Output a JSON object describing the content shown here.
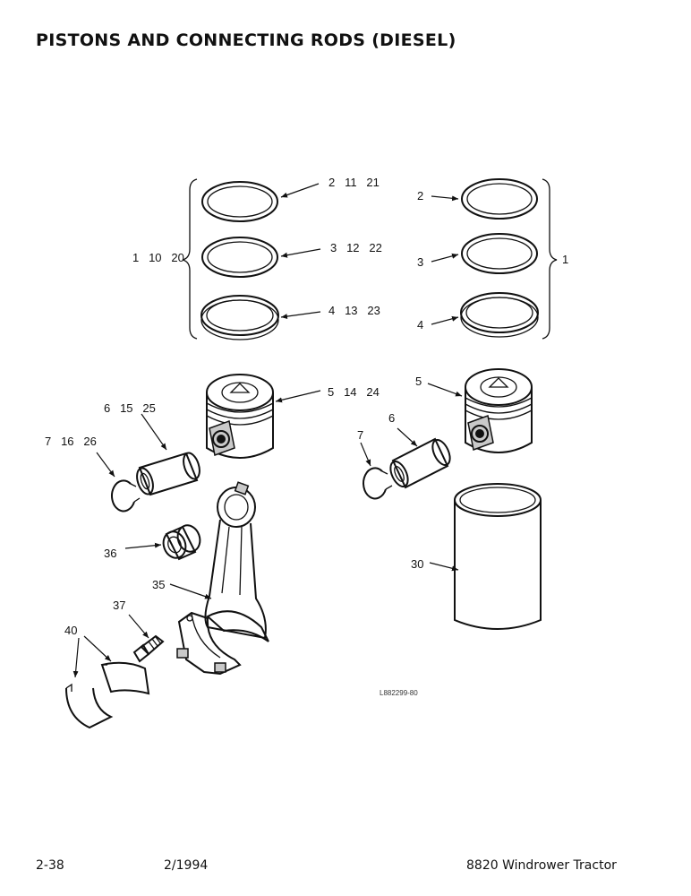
{
  "title": "PISTONS AND CONNECTING RODS (DIESEL)",
  "figure_id": "L882299-80",
  "footer": {
    "page": "2-38",
    "date": "2/1994",
    "model": "8820 Windrower Tractor"
  },
  "callouts": {
    "ring_top_left": "2   11   21",
    "ring_mid_left": "3   12   22",
    "ring_bot_left": "4   13   23",
    "ring_set_left": "1   10   20",
    "ring_top_right": "2",
    "ring_mid_right": "3",
    "ring_bot_right": "4",
    "ring_set_right": "1",
    "piston_left": "5   14   24",
    "piston_right": "5",
    "pin_left": "6   15   25",
    "pin_right": "6",
    "snap_ring_left": "7   16   26",
    "snap_ring_right": "7",
    "liner": "30",
    "conrod": "35",
    "bushing": "36",
    "bolt": "37",
    "bearing": "40"
  }
}
